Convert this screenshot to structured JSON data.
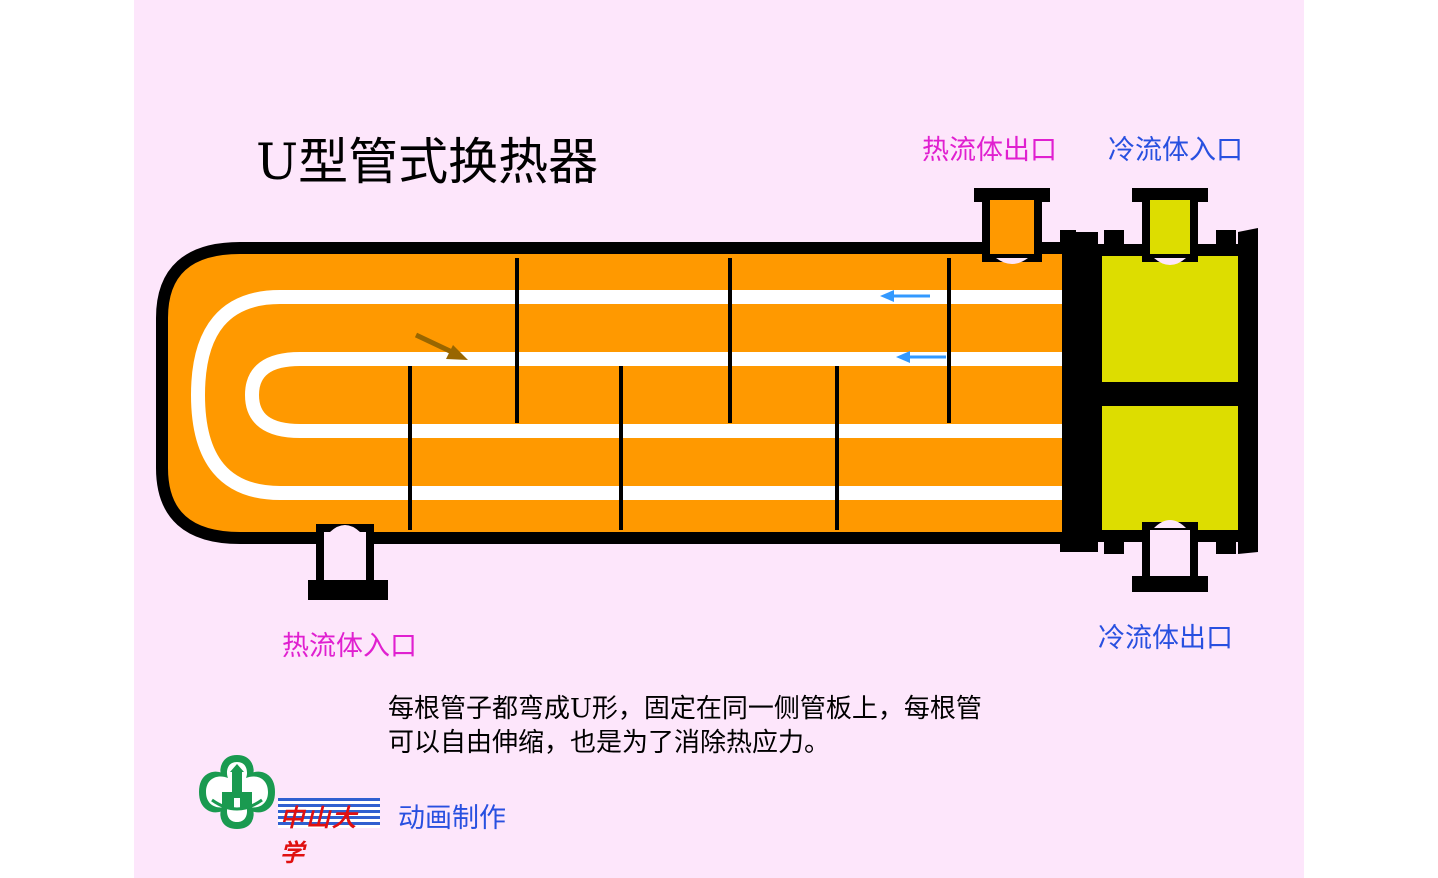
{
  "title": "U型管式换热器",
  "labels": {
    "hot_outlet": "热流体出口",
    "cold_inlet": "冷流体入口",
    "hot_inlet": "热流体入口",
    "cold_outlet": "冷流体出口"
  },
  "description": {
    "line1": "每根管子都弯成U形，固定在同一侧管板上，每根管",
    "line2": "可以自由伸缩，也是为了消除热应力。"
  },
  "credit": "动画制作",
  "logo": {
    "university_name": "中山大学"
  },
  "colors": {
    "background": "#fde6fb",
    "shell_fill": "#ff9900",
    "tube": "#ffffff",
    "channel_fill": "#dddd00",
    "hot_text": "#e020d0",
    "cold_text": "#2850e0",
    "flow_arrow_cold": "#3399ff",
    "flow_arrow_hot": "#996600",
    "logo_green": "#1a9a50"
  },
  "icons": [
    "flow-arrow-icon",
    "university-logo-icon"
  ]
}
